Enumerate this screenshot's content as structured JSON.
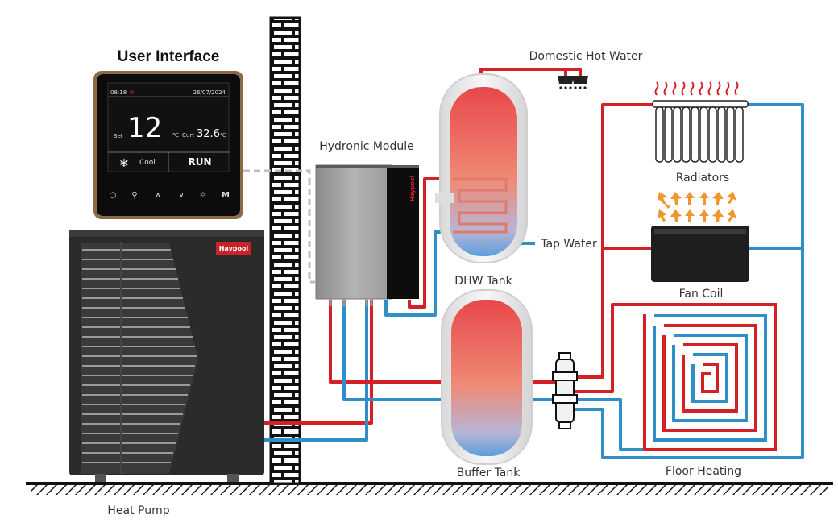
{
  "labels": {
    "user_interface": "User Interface",
    "hydronic_module": "Hydronic Module",
    "domestic_hot_water": "Domestic Hot Water",
    "radiators": "Radiators",
    "tap_water": "Tap Water",
    "dhw_tank": "DHW Tank",
    "fan_coil": "Fan Coil",
    "buffer_tank": "Buffer Tank",
    "floor_heating": "Floor Heating",
    "heat_pump": "Heat Pump"
  },
  "brand": "Haypool",
  "controller": {
    "time": "08:18",
    "date": "26/07/2024",
    "set_label": "Set",
    "set_value": "12",
    "unit": "℃",
    "curt_label": "Curt",
    "curt_value": "32.6",
    "mode_label": "Cool",
    "run_label": "RUN",
    "button_m": "M"
  },
  "colors": {
    "hot_pipe": "#d42027",
    "cold_pipe": "#2f8fc6",
    "unit_body": "#2b2b2b",
    "module_body": "#9a9a9a"
  }
}
